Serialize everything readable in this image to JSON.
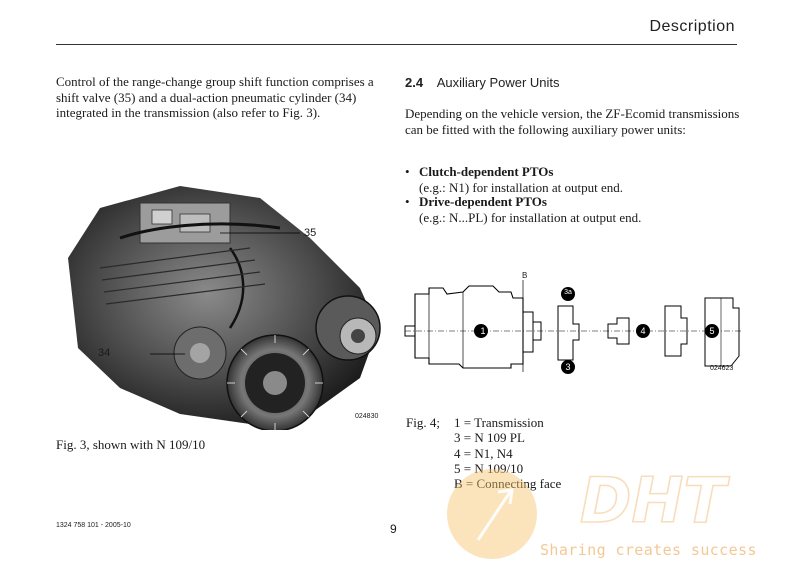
{
  "header": {
    "title": "Description"
  },
  "left_column": {
    "paragraph": "Control of the range-change group shift function comprises a shift valve (35) and a dual-action pneumatic cylinder (34) integrated in the transmission (also refer to Fig. 3).",
    "photo": {
      "callouts": [
        "35",
        "34"
      ],
      "image_id": "024830"
    },
    "caption": "Fig. 3, shown with N 109/10"
  },
  "right_column": {
    "section_number": "2.4",
    "section_title": "Auxiliary Power Units",
    "intro": "Depending on the vehicle version, the ZF-Ecomid transmissions can be fitted with the following auxiliary power units:",
    "bullets": [
      {
        "title": "Clutch-dependent PTOs",
        "detail": "(e.g.: N1) for installation at output end."
      },
      {
        "title": "Drive-dependent PTOs",
        "detail": "(e.g.: N...PL) for installation at output end."
      }
    ],
    "diagram": {
      "labels": [
        "B",
        "1",
        "3a",
        "3",
        "4",
        "5"
      ],
      "image_id": "024623"
    },
    "legend": {
      "label": "Fig. 4;",
      "items": [
        "1 = Transmission",
        "3 = N 109 PL",
        "4 = N1, N4",
        "5 = N 109/10",
        "B = Connecting face"
      ]
    }
  },
  "footer": {
    "doc_ref": "1324 758 101 - 2005-10",
    "page_number": "9"
  },
  "watermark": {
    "logo_text": "DHT",
    "tagline": "Sharing creates success",
    "color": "#f0a64a"
  }
}
